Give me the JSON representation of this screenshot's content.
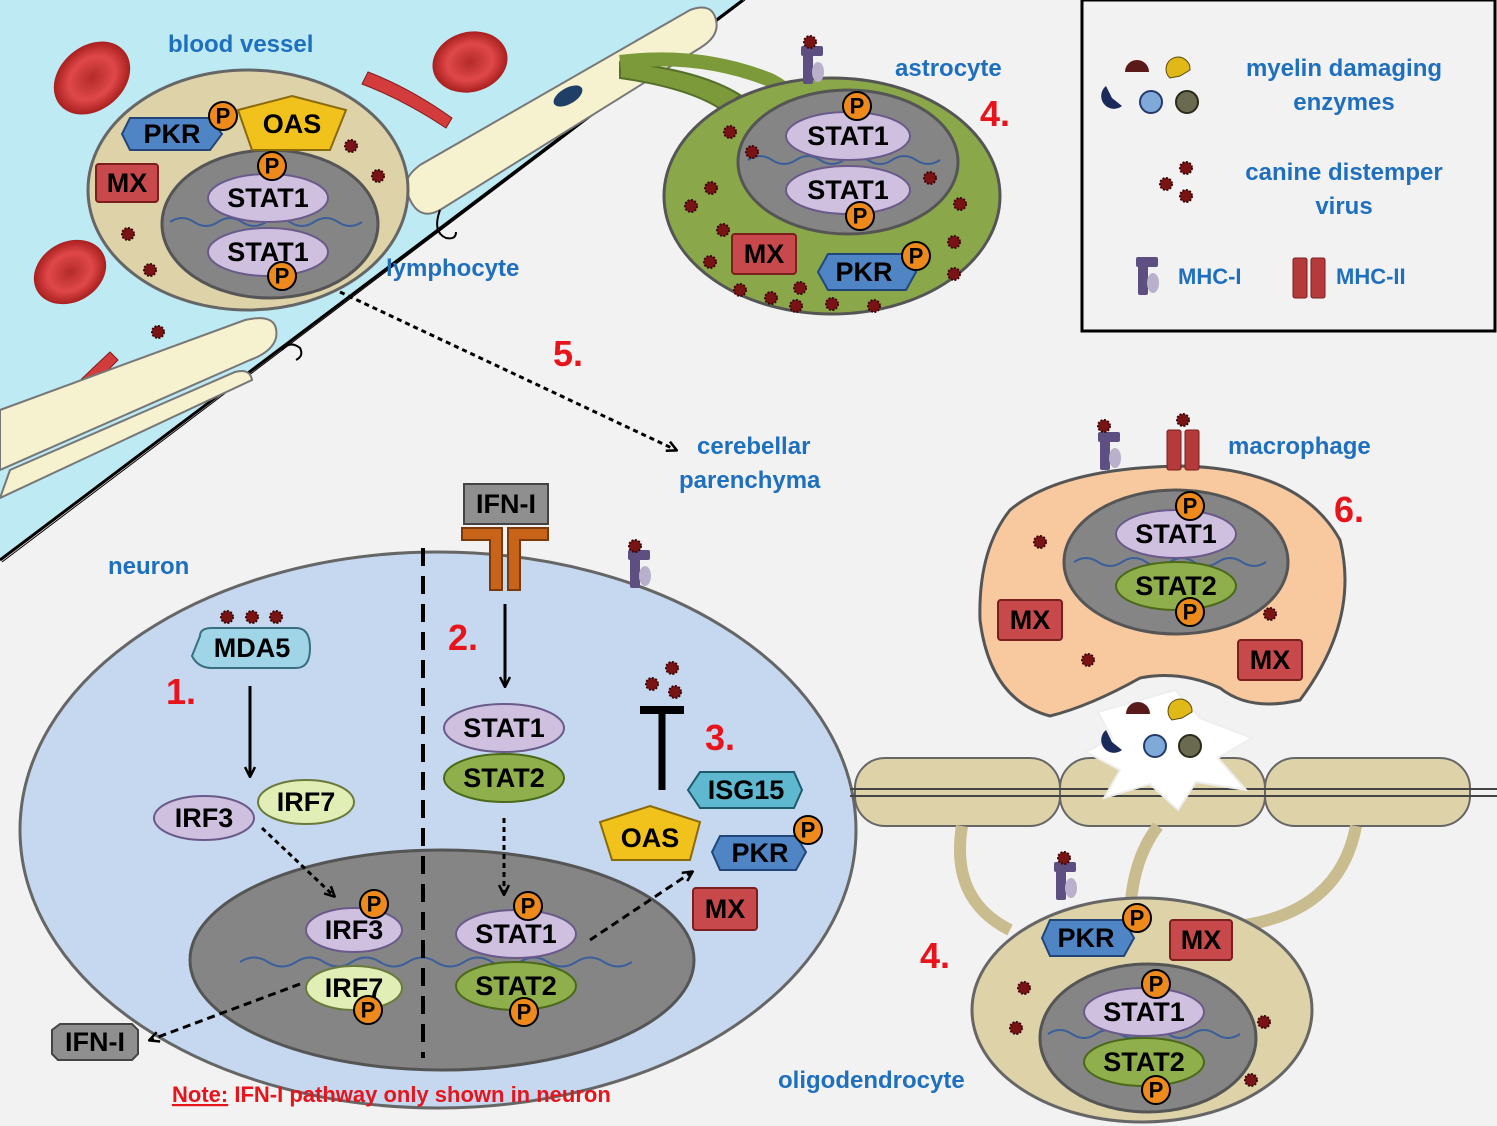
{
  "labels": {
    "blood_vessel": "blood vessel",
    "lymphocyte": "lymphocyte",
    "astrocyte": "astrocyte",
    "cerebellar_1": "cerebellar",
    "cerebellar_2": "parenchyma",
    "neuron": "neuron",
    "macrophage": "macrophage",
    "oligodendrocyte": "oligodendrocyte"
  },
  "steps": {
    "s1": "1.",
    "s2": "2.",
    "s3": "3.",
    "s4a": "4.",
    "s4b": "4.",
    "s5": "5.",
    "s6": "6."
  },
  "legend": {
    "enzymes_1": "myelin damaging",
    "enzymes_2": "enzymes",
    "virus_1": "canine distemper",
    "virus_2": "virus",
    "mhc1": "MHC-I",
    "mhc2": "MHC-II"
  },
  "proteins": {
    "pkr": "PKR",
    "oas": "OAS",
    "mx": "MX",
    "stat1": "STAT1",
    "stat2": "STAT2",
    "p": "P",
    "mda5": "MDA5",
    "irf3": "IRF3",
    "irf7": "IRF7",
    "isg15": "ISG15",
    "ifn": "IFN-I"
  },
  "note": {
    "prefix": "Note:",
    "text": " IFN-I pathway only shown in neuron"
  },
  "colors": {
    "blood_vessel": "#bdeaf3",
    "neuron": "#c5d8ef",
    "astrocyte": "#8aa84a",
    "macrophage": "#f8c99f",
    "oligodendrocyte": "#ddd2a8",
    "nucleus": "#858585",
    "stat1": "#cfc0e0",
    "stat2": "#8fae4c",
    "pkr": "#4f85c4",
    "mx": "#c8494b",
    "oas": "#f2c21c",
    "p": "#ee8a1c",
    "step": "#e8141c",
    "label": "#1f6fbf"
  }
}
